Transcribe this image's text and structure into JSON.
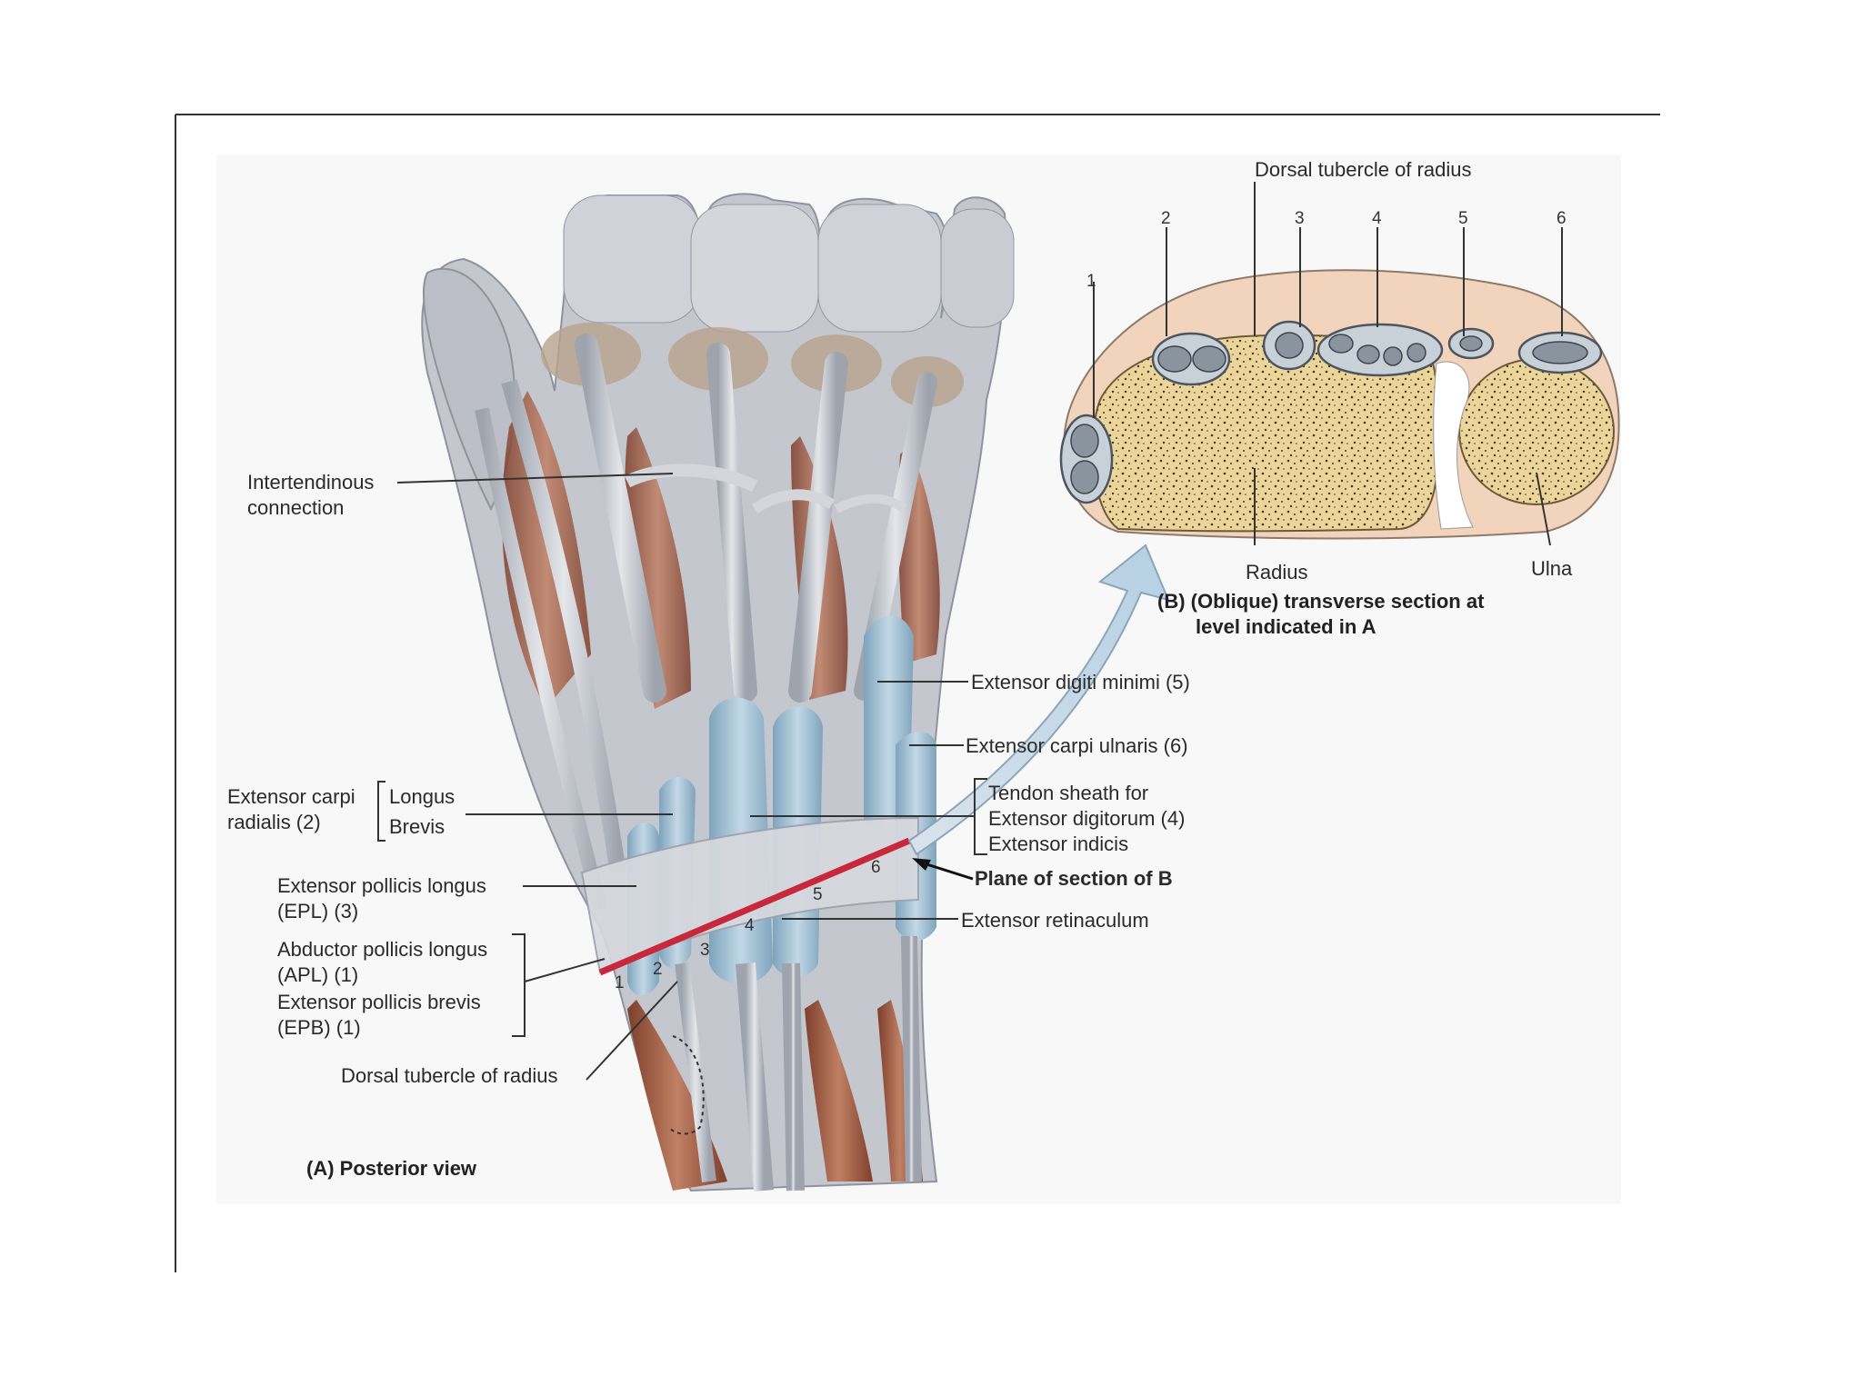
{
  "panel_a": {
    "caption": "(A) Posterior view",
    "labels": {
      "intertendinous_1": "Intertendinous",
      "intertendinous_2": "connection",
      "ecr_1": "Extensor carpi",
      "ecr_2": "radialis (2)",
      "ecr_longus": "Longus",
      "ecr_brevis": "Brevis",
      "epl_1": "Extensor pollicis longus",
      "epl_2": "(EPL) (3)",
      "apl_1": "Abductor pollicis longus",
      "apl_2": "(APL) (1)",
      "epb_1": "Extensor pollicis brevis",
      "epb_2": "(EPB) (1)",
      "dorsal_tubercle": "Dorsal tubercle of radius",
      "edm": "Extensor digiti minimi (5)",
      "ecu": "Extensor carpi ulnaris (6)",
      "sheath_1": "Tendon sheath for",
      "sheath_2": "Extensor digitorum (4)",
      "sheath_3": "Extensor indicis",
      "plane": "Plane of section of B",
      "retinaculum": "Extensor retinaculum"
    },
    "compartments": [
      "1",
      "2",
      "3",
      "4",
      "5",
      "6"
    ]
  },
  "panel_b": {
    "caption_1": "(B) (Oblique) transverse section at",
    "caption_2": "level indicated in A",
    "dorsal_tubercle": "Dorsal tubercle of radius",
    "radius": "Radius",
    "ulna": "Ulna",
    "compartments": [
      "1",
      "2",
      "3",
      "4",
      "5",
      "6"
    ]
  },
  "colors": {
    "tendon": "#c9ccd3",
    "sheath": "#a7c3d6",
    "muscle": "#a9674f",
    "bone": "#efd9a0",
    "section_line": "#c8283a",
    "skin": "#f2d2b8"
  }
}
